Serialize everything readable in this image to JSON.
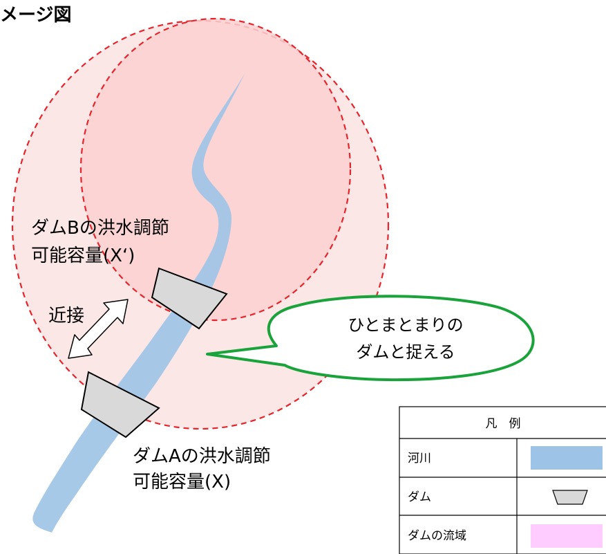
{
  "title": "メージ図",
  "labels": {
    "dam_b_line1": "ダムBの洪水調節",
    "dam_b_line2": "可能容量(X‘)",
    "proximity": "近接",
    "dam_a_line1": "ダムAの洪水調節",
    "dam_a_line2": "可能容量(X)"
  },
  "callout": {
    "line1": "ひとまとまりの",
    "line2": "ダムと捉える"
  },
  "legend": {
    "header": "凡　例",
    "rows": [
      {
        "label": "河川",
        "symbol": "river-swatch"
      },
      {
        "label": "ダム",
        "symbol": "dam-symbol"
      },
      {
        "label": "ダムの流域",
        "symbol": "catchment-swatch"
      }
    ]
  },
  "colors": {
    "catchment_fill": "#fbd3d3",
    "catchment_outline": "#e8232a",
    "river": "#9dc3e6",
    "dam_fill": "#d9d9d9",
    "callout_outline": "#1aa33a",
    "legend_catchment": "#ffccff"
  }
}
